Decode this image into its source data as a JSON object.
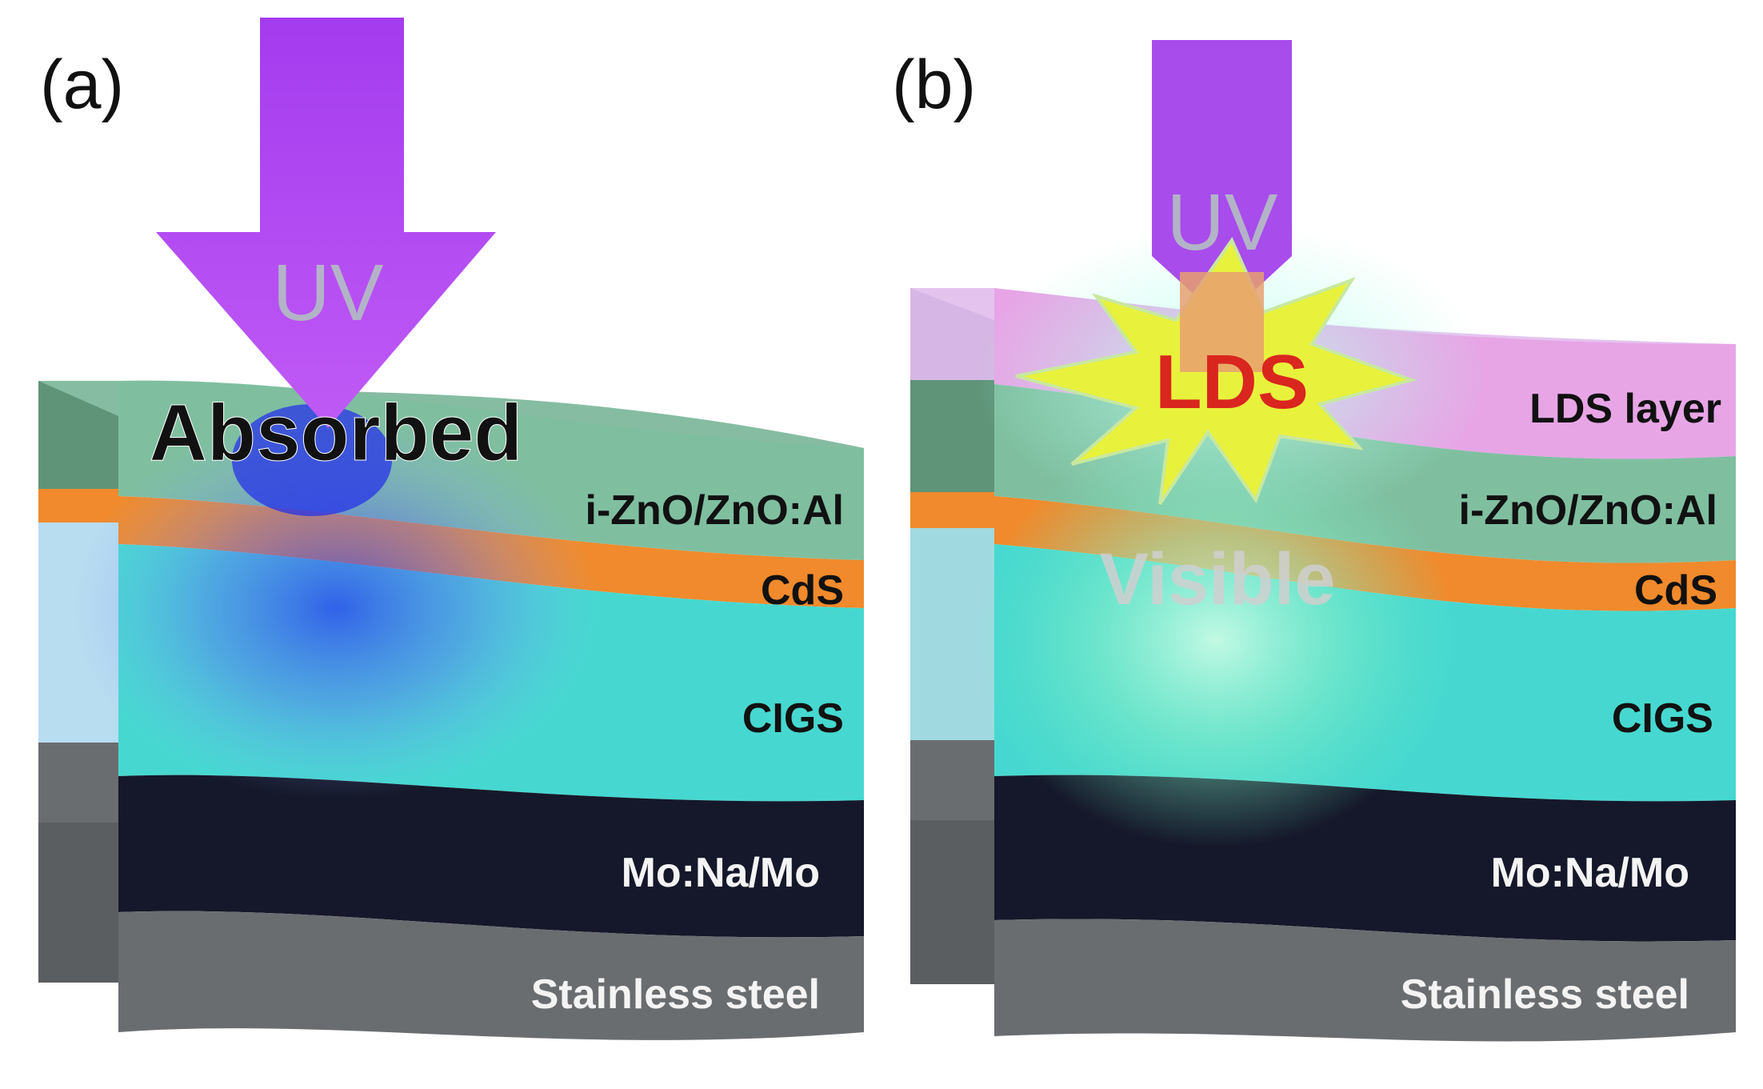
{
  "panels": [
    {
      "id": "a",
      "tag": "(a)",
      "arrow_label": "UV",
      "callout": "Absorbed",
      "layers": [
        "i-ZnO/ZnO:Al",
        "CdS",
        "CIGS",
        "Mo:Na/Mo",
        "Stainless steel"
      ]
    },
    {
      "id": "b",
      "tag": "(b)",
      "arrow_label": "UV",
      "burst_label": "LDS",
      "emission_label": "Visible",
      "layers": [
        "LDS layer",
        "i-ZnO/ZnO:Al",
        "CdS",
        "CIGS",
        "Mo:Na/Mo",
        "Stainless steel"
      ]
    }
  ],
  "colors": {
    "uv": "#b24cf0",
    "lds_layer": "#e7a5e6",
    "zno": "#7fbfa0",
    "cds": "#f08a2c",
    "cigs": "#46d8d0",
    "mo": "#15182a",
    "steel": "#6a6d70",
    "burst": "#e8f23c",
    "lds_text": "#d9261f"
  }
}
